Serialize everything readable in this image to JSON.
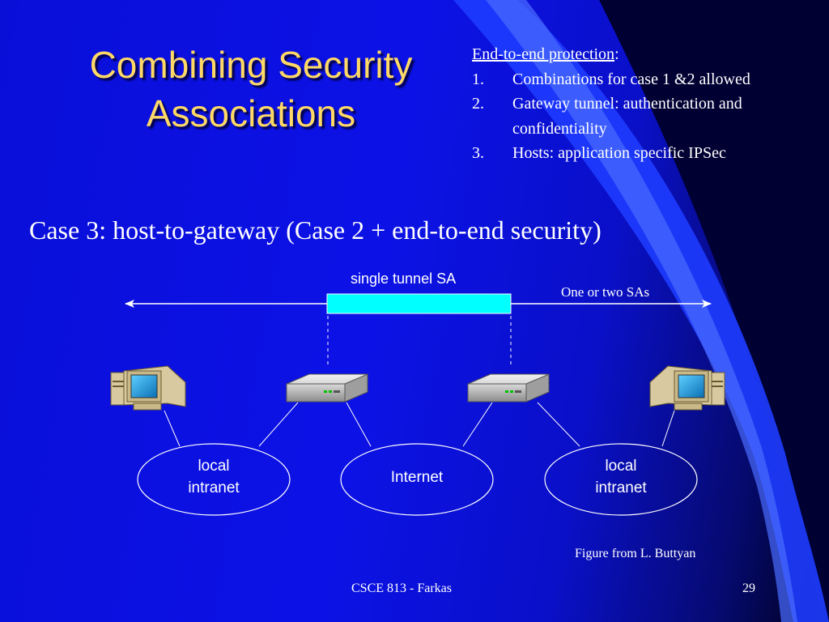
{
  "title": "Combining Security Associations",
  "end_to_end": {
    "heading": "End-to-end protection",
    "heading_suffix": ":",
    "items": [
      {
        "num": "1.",
        "text": "Combinations for case 1 &2 allowed"
      },
      {
        "num": "2.",
        "text": "Gateway tunnel: authentication and confidentiality"
      },
      {
        "num": "3.",
        "text": "Hosts: application specific IPSec"
      }
    ]
  },
  "case_heading": "Case 3: host-to-gateway (Case 2 + end-to-end security)",
  "diagram": {
    "tunnel_label": "single tunnel SA",
    "sa_label": "One or two SAs",
    "nodes": {
      "left_intranet": "local\nintranet",
      "internet": "Internet",
      "right_intranet": "local\nintranet"
    },
    "icons": {
      "left_host": "desktop-computer-icon",
      "left_gateway": "router-icon",
      "right_gateway": "router-icon",
      "right_host": "desktop-computer-icon"
    },
    "colors": {
      "tunnel_fill": "#00ffff",
      "line": "#ffffff"
    }
  },
  "credit": "Figure from L. Buttyan",
  "footer": {
    "course": "CSCE 813 - Farkas",
    "page": "29"
  }
}
